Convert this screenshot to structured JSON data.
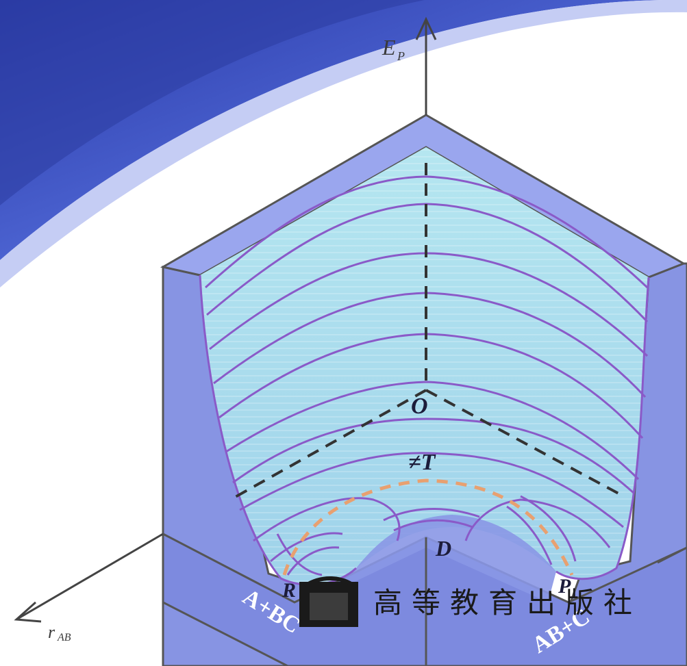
{
  "axes": {
    "energy": "E",
    "energy_sub": "P",
    "distance": "r",
    "distance_sub": "AB"
  },
  "points": {
    "origin": "O",
    "transition": "≠T",
    "left_valley": "R",
    "right_valley": "P",
    "front": "D"
  },
  "corners": {
    "left": "A+BC",
    "right": "AB+C"
  },
  "publisher": {
    "name": "高等教育出版社"
  },
  "colors": {
    "background_band": "#3b4fb8",
    "cube_face": "#8f9ce8",
    "surface": "#a8dcec",
    "contour": "#8a5ac8",
    "dashed_path": "#e8a070",
    "dashed_axis": "#333333"
  }
}
